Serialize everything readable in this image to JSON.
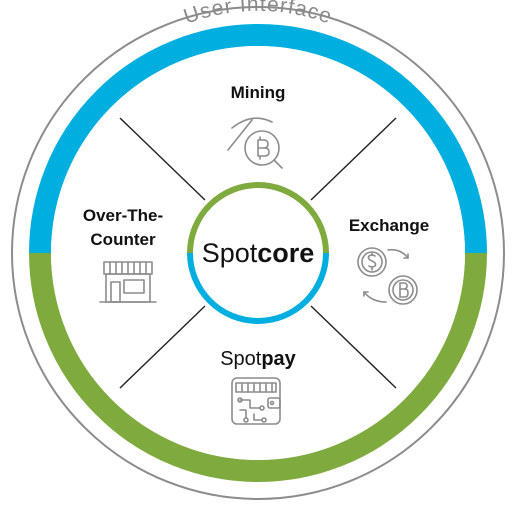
{
  "diagram": {
    "outer_ring_label": "User Interface",
    "center": {
      "prefix": "Spot",
      "suffix": "core"
    },
    "segments": {
      "top": {
        "title": "Mining",
        "icon": "pickaxe-bitcoin-icon"
      },
      "right": {
        "title": "Exchange",
        "icon": "dollar-bitcoin-exchange-icon"
      },
      "bottom": {
        "brand_prefix": "Spot",
        "brand_suffix": "pay",
        "icon": "circuit-wallet-icon"
      },
      "left": {
        "title_line1": "Over-The-",
        "title_line2": "Counter",
        "icon": "storefront-icon"
      }
    },
    "colors": {
      "blue": "#00aee0",
      "green": "#7fab3e",
      "outline": "#8c8c8c",
      "divider": "#222222",
      "text": "#111111"
    }
  }
}
